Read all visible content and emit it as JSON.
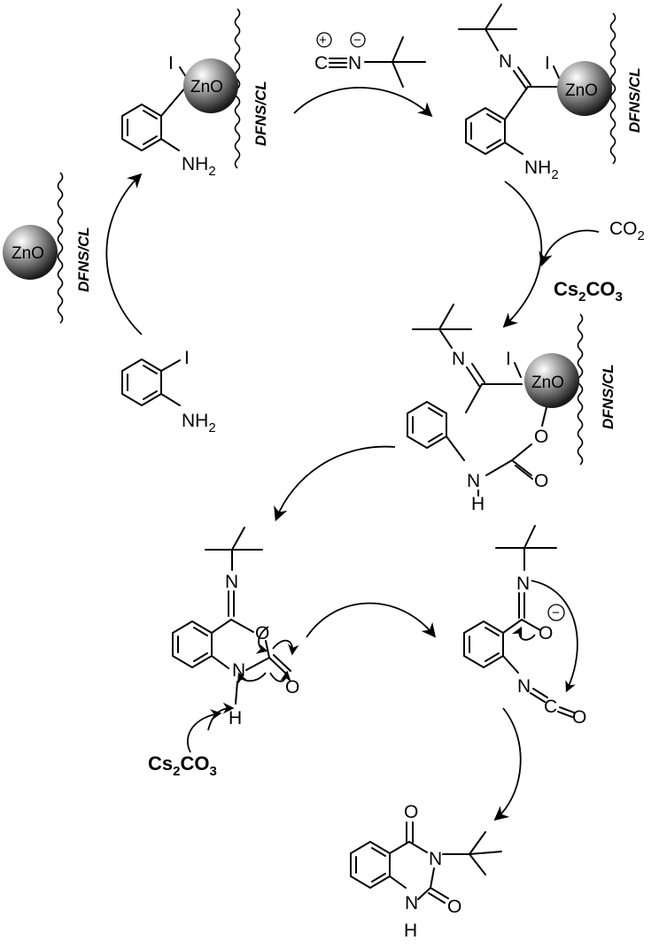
{
  "catalyst": {
    "particle_label": "ZnO",
    "support_label": "DFNS/CL"
  },
  "atoms": {
    "iodine": "I",
    "amine": "NH",
    "amine_sub": "2",
    "nitrogen": "N",
    "oxygen": "O",
    "hydrogen": "H",
    "carbon": "C",
    "nh_ring": "N"
  },
  "reagents": {
    "co2_main": "CO",
    "co2_sub": "2",
    "cs2co3_a": "Cs",
    "cs2co3_b": "2",
    "cs2co3_c": "CO",
    "cs2co3_d": "3"
  },
  "charges": {
    "plus": "+",
    "minus": "−"
  }
}
